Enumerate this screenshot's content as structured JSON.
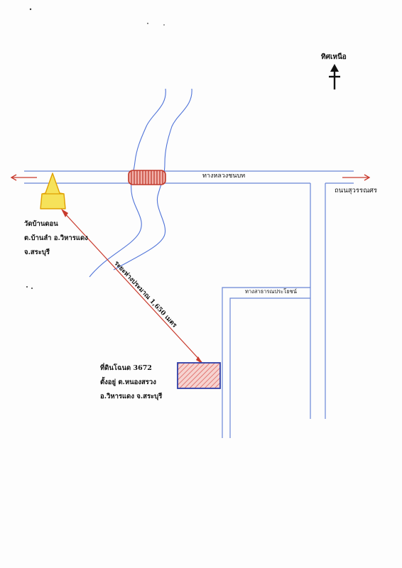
{
  "north": {
    "label": "ทิศเหนือ"
  },
  "roads": {
    "rural_road": "ทางหลวงชนบท",
    "main_road": "ถนนสุวรรณศร",
    "public_way": "ทางสาธารณประโยชน์"
  },
  "temple": {
    "name": "วัดบ้านดอน",
    "line2": "ต.บ้านลำ อ.วิหารแดง",
    "line3": "จ.สระบุรี"
  },
  "distance": {
    "label": "ระยะห่างประมาณ 1,650 เมตร"
  },
  "land": {
    "line1": "ที่ดินโฉนด 3672",
    "line2": "ตั้งอยู่ ต.หนองสรวง",
    "line3": "อ.วิหารแดง จ.สระบุรี"
  },
  "colors": {
    "road": "#6a86d6",
    "river": "#4f73d8",
    "arrow": "#c83a2c",
    "temple_fill": "#f6e25a",
    "temple_stroke": "#e0a000",
    "parcel_fill": "#f4c2c0",
    "parcel_stroke": "#2f3fa8"
  }
}
